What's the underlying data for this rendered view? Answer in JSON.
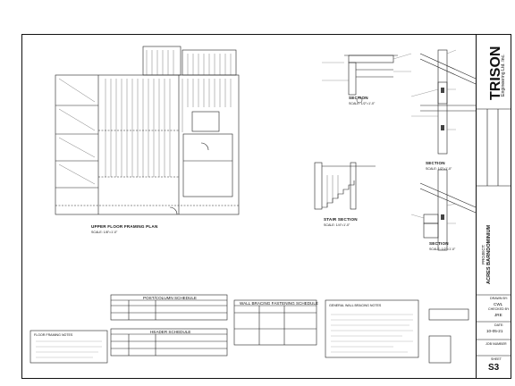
{
  "drawing": {
    "plan_title": "UPPER FLOOR FRAMING PLAN",
    "plan_scale": "SCALE: 1/8\"=1'-0\"",
    "section_a_title": "SECTION",
    "section_a_scale": "SCALE: 1/2\"=1'-0\"",
    "section_b_title": "SECTION",
    "section_b_scale": "SCALE: 1/2\"=1'-0\"",
    "section_c_title": "SECTION",
    "section_c_scale": "SCALE: 1/2\"=1'-0\"",
    "stair_title": "STAIR SECTION",
    "stair_scale": "SCALE: 1/4\"=1'-0\""
  },
  "schedules": {
    "post_column": "POST/COLUMN SCHEDULE",
    "header": "HEADER SCHEDULE",
    "wall_bracing": "WALL BRACING FASTENING SCHEDULE",
    "floor_notes": "FLOOR FRAMING NOTES",
    "general_notes": "GENERAL WALL BRACING NOTES"
  },
  "title_block": {
    "company": "TRISON",
    "company_sub": "Engineering Ltd. Inc.",
    "project_label": "PROJECT:",
    "project": "ACRES BARNDOMINIUM",
    "drawn_by_label": "DRAWN BY:",
    "drawn_by": "CWL",
    "checked_label": "CHECKED BY:",
    "checked_by": "JRE",
    "date_label": "DATE:",
    "date": "10-05-21",
    "job_label": "JOB NUMBER",
    "sheet_label": "SHEET",
    "sheet": "S3"
  }
}
